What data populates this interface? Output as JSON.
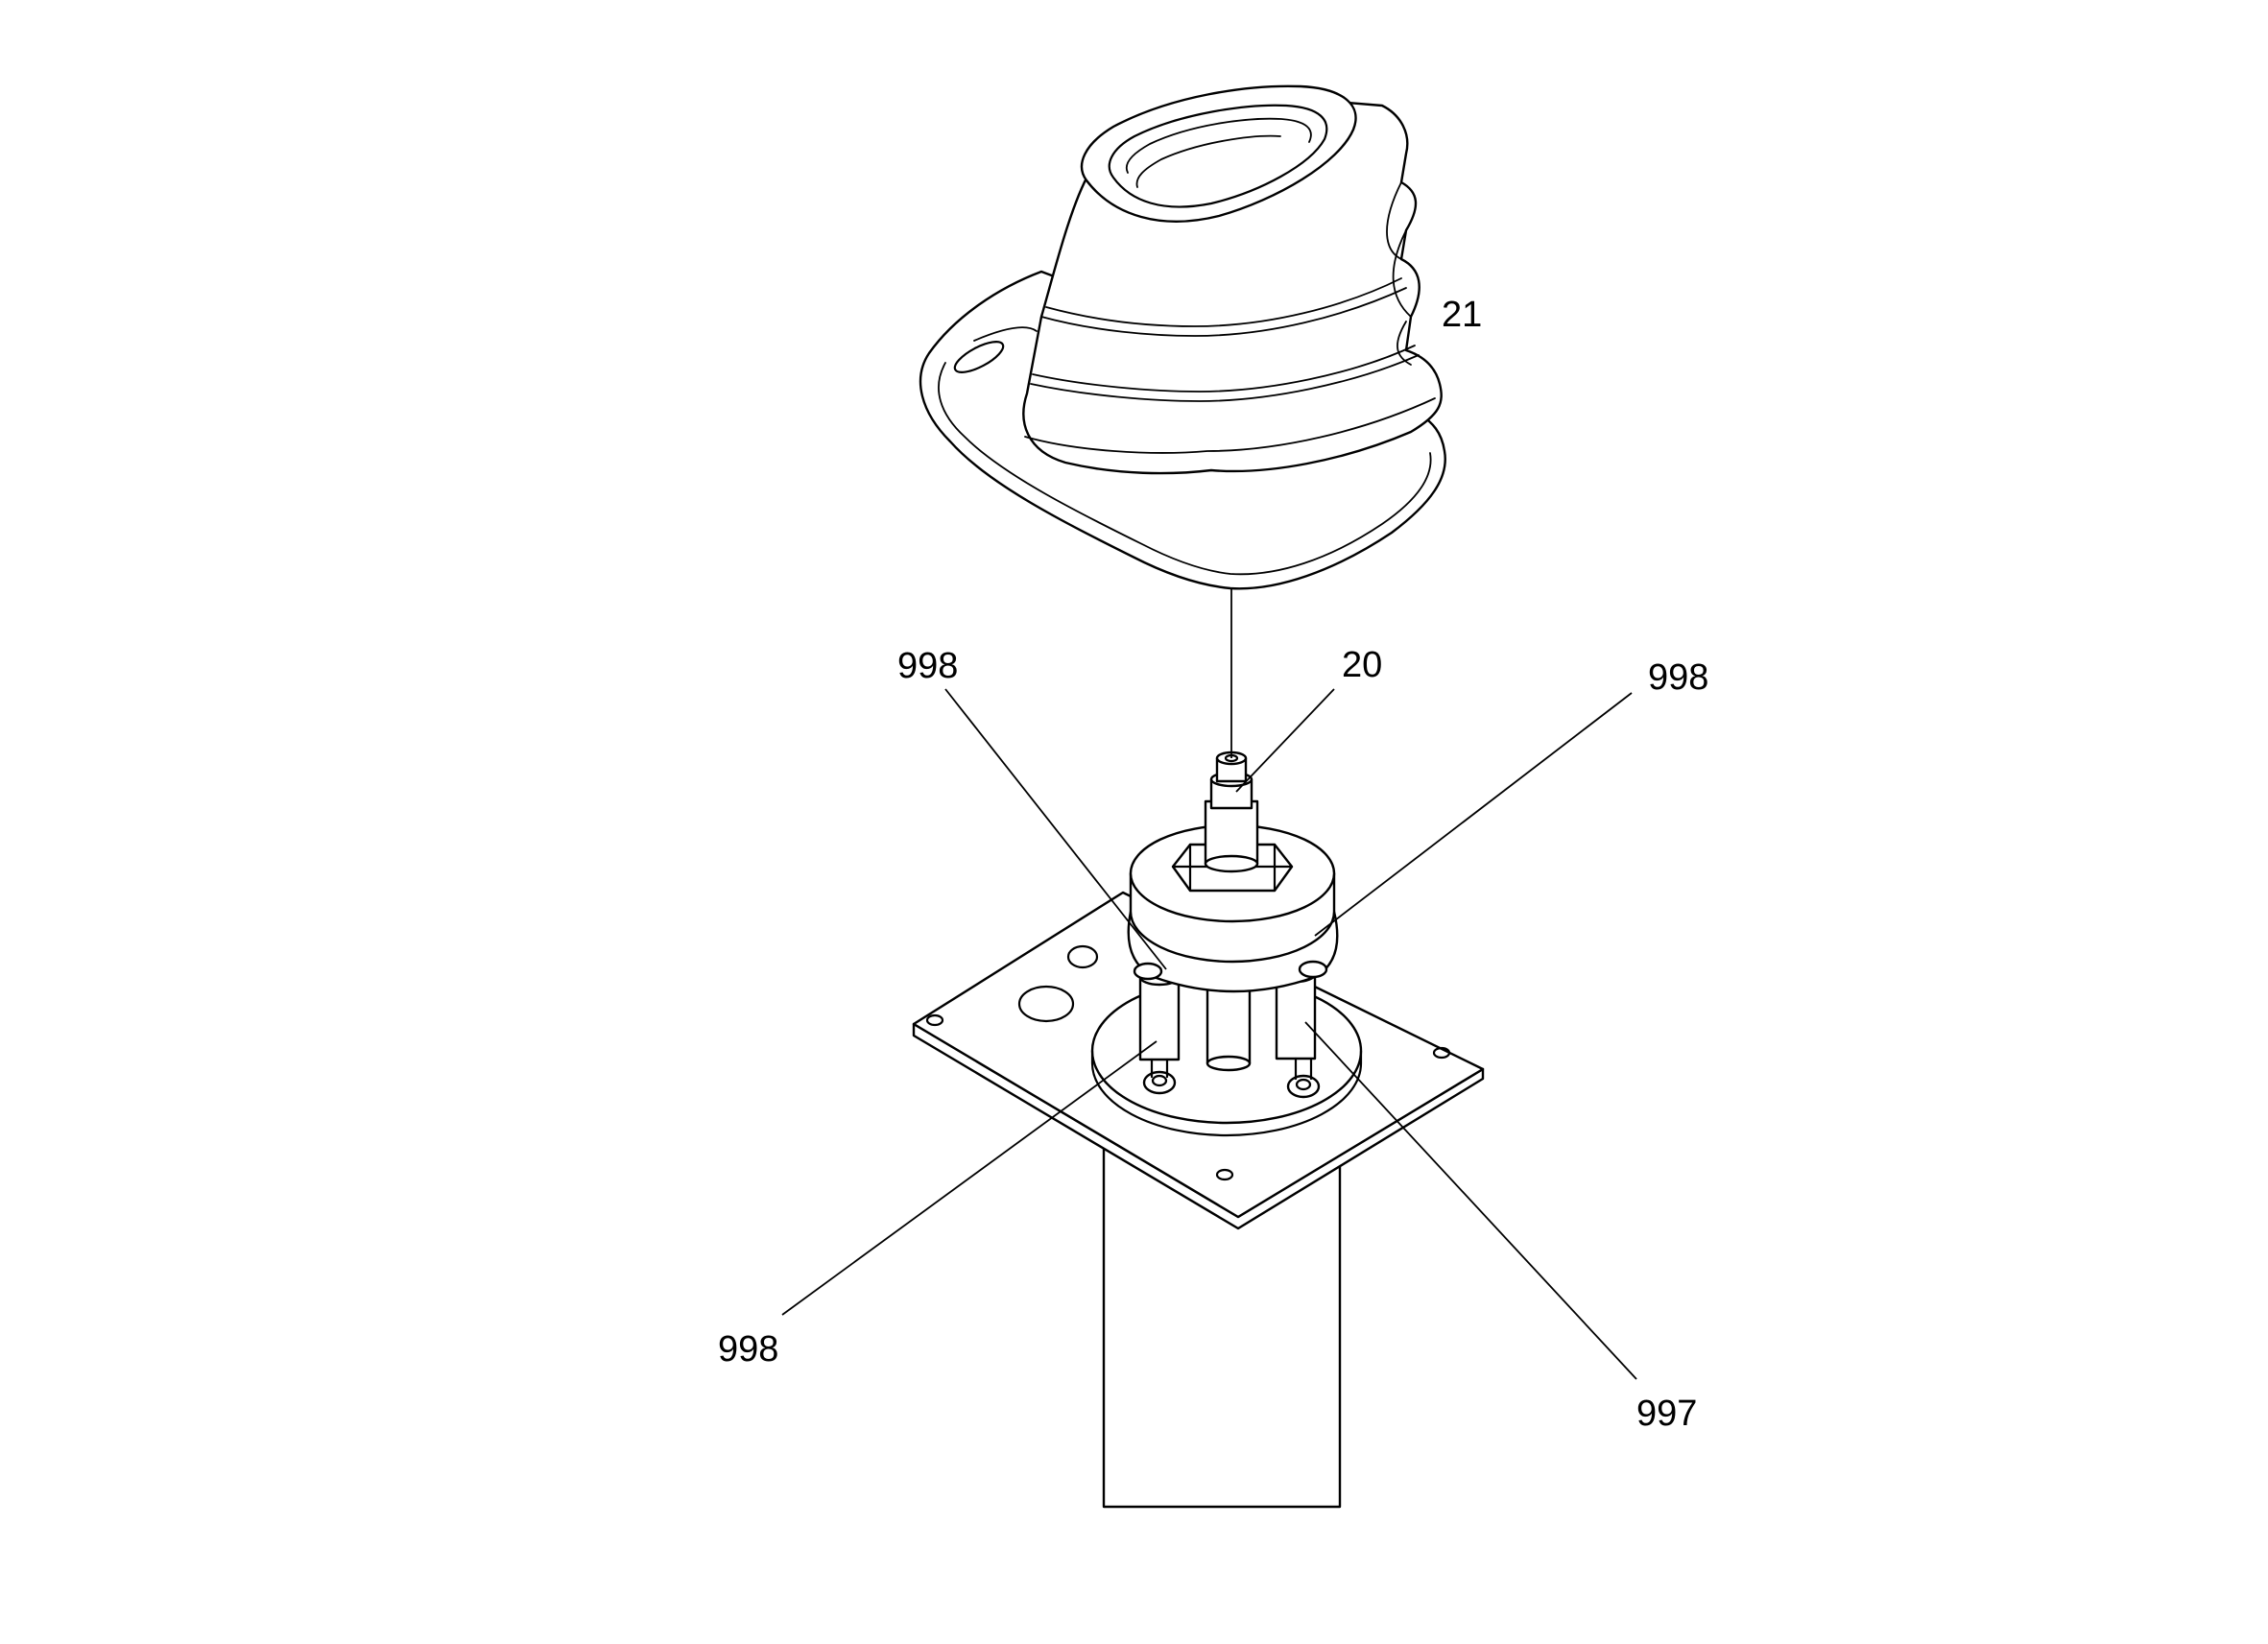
{
  "figure": {
    "description_labels": [
      {
        "id": "boot",
        "text": "21"
      },
      {
        "id": "shaft",
        "text": "20"
      },
      {
        "id": "top-left-spring",
        "text": "998"
      },
      {
        "id": "top-right-spring",
        "text": "998"
      },
      {
        "id": "bottom-left-spring",
        "text": "998"
      },
      {
        "id": "bottom-right-spring",
        "text": "997"
      }
    ],
    "line_color": "#000000",
    "background_color": "#ffffff"
  }
}
